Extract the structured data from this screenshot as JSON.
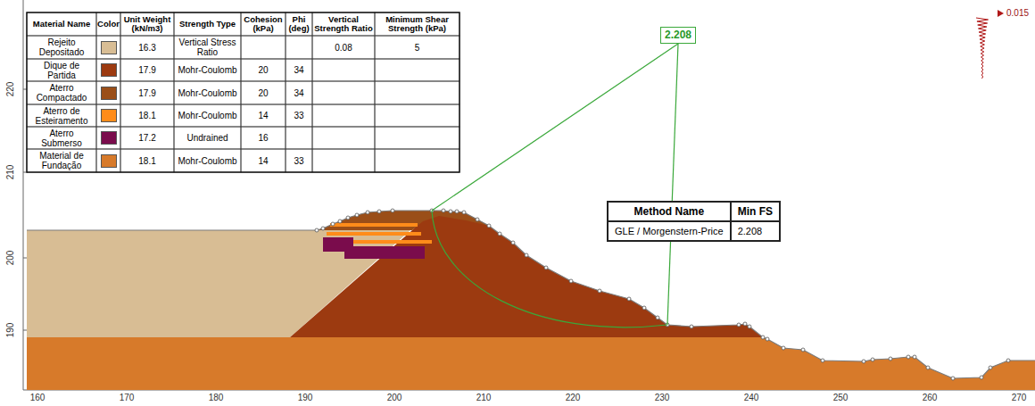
{
  "diagram": {
    "nodes": [
      {
        "text": [
          "2.208"
        ]
      },
      {
        "text": [
          "Method Name",
          "Min FS",
          "GLE / Morgenstern-Price",
          "2.208"
        ]
      }
    ],
    "labels": [
      "Material Name",
      "Color",
      "Unit Weight (kN/m3)",
      "Strength Type",
      "Cohesion (kPa)",
      "Phi (deg)",
      "Vertical Strength Ratio",
      "Minimum Shear Strength (kPa)",
      "16.3",
      "Vertical Stress Ratio",
      "0.08",
      "5",
      "17.9",
      "Mohr-Coulomb",
      "20",
      "34",
      "17.9",
      "Mohr-Coulomb",
      "20",
      "34",
      "18.1",
      "Mohr-Coulomb",
      "14",
      "33",
      "17.2",
      "Undrained",
      "16",
      "18.1",
      "Mohr-Coulomb",
      "14",
      "33",
      "220",
      "210",
      "200",
      "190",
      "160",
      "170",
      "180",
      "190",
      "200",
      "210",
      "220",
      "230",
      "240",
      "250",
      "260",
      "270",
      "0.015"
    ],
    "legend": [
      {
        "text": "Rejeito Depositado",
        "color": "#d8bd94"
      },
      {
        "text": "Dique de Partida",
        "color": "#9c3a10"
      },
      {
        "text": "Aterro Compactado",
        "color": "#9a4e18"
      },
      {
        "text": "Aterro de Esteiramento",
        "color": "#ff8c1a"
      },
      {
        "text": "Aterro Submerso",
        "color": "#7a0c4c"
      },
      {
        "text": "Material de Fundação",
        "color": "#d77a2a"
      }
    ]
  }
}
